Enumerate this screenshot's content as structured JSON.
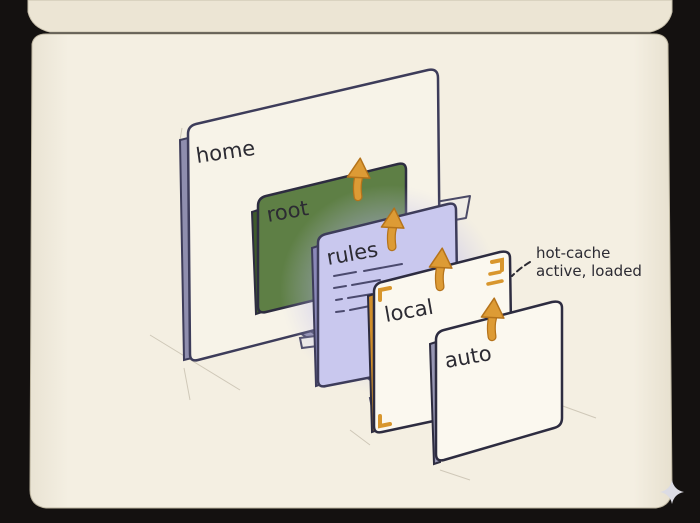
{
  "diagram": {
    "layers": [
      {
        "id": "home",
        "label": "home"
      },
      {
        "id": "root",
        "label": "root"
      },
      {
        "id": "rules",
        "label": "rules"
      },
      {
        "id": "local",
        "label": "local"
      },
      {
        "id": "auto",
        "label": "auto"
      }
    ],
    "annotation": {
      "line1": "hot-cache",
      "line2": "active, loaded"
    }
  },
  "colors": {
    "paper": "#f4efe2",
    "ink": "#2c2b33",
    "frame": "#5b5a78",
    "root_fill": "#5e7f45",
    "rules_fill": "#c9c8ee",
    "rules_glow": "#a8a6ea",
    "accent_orange": "#d8962d",
    "card_fill": "#fbf8ef",
    "home_fill": "#f7f3e8"
  },
  "icons": {
    "arrow": "up-right-arrow-icon",
    "corner": "corner-bracket-icon",
    "sparkle": "sparkle-icon"
  }
}
